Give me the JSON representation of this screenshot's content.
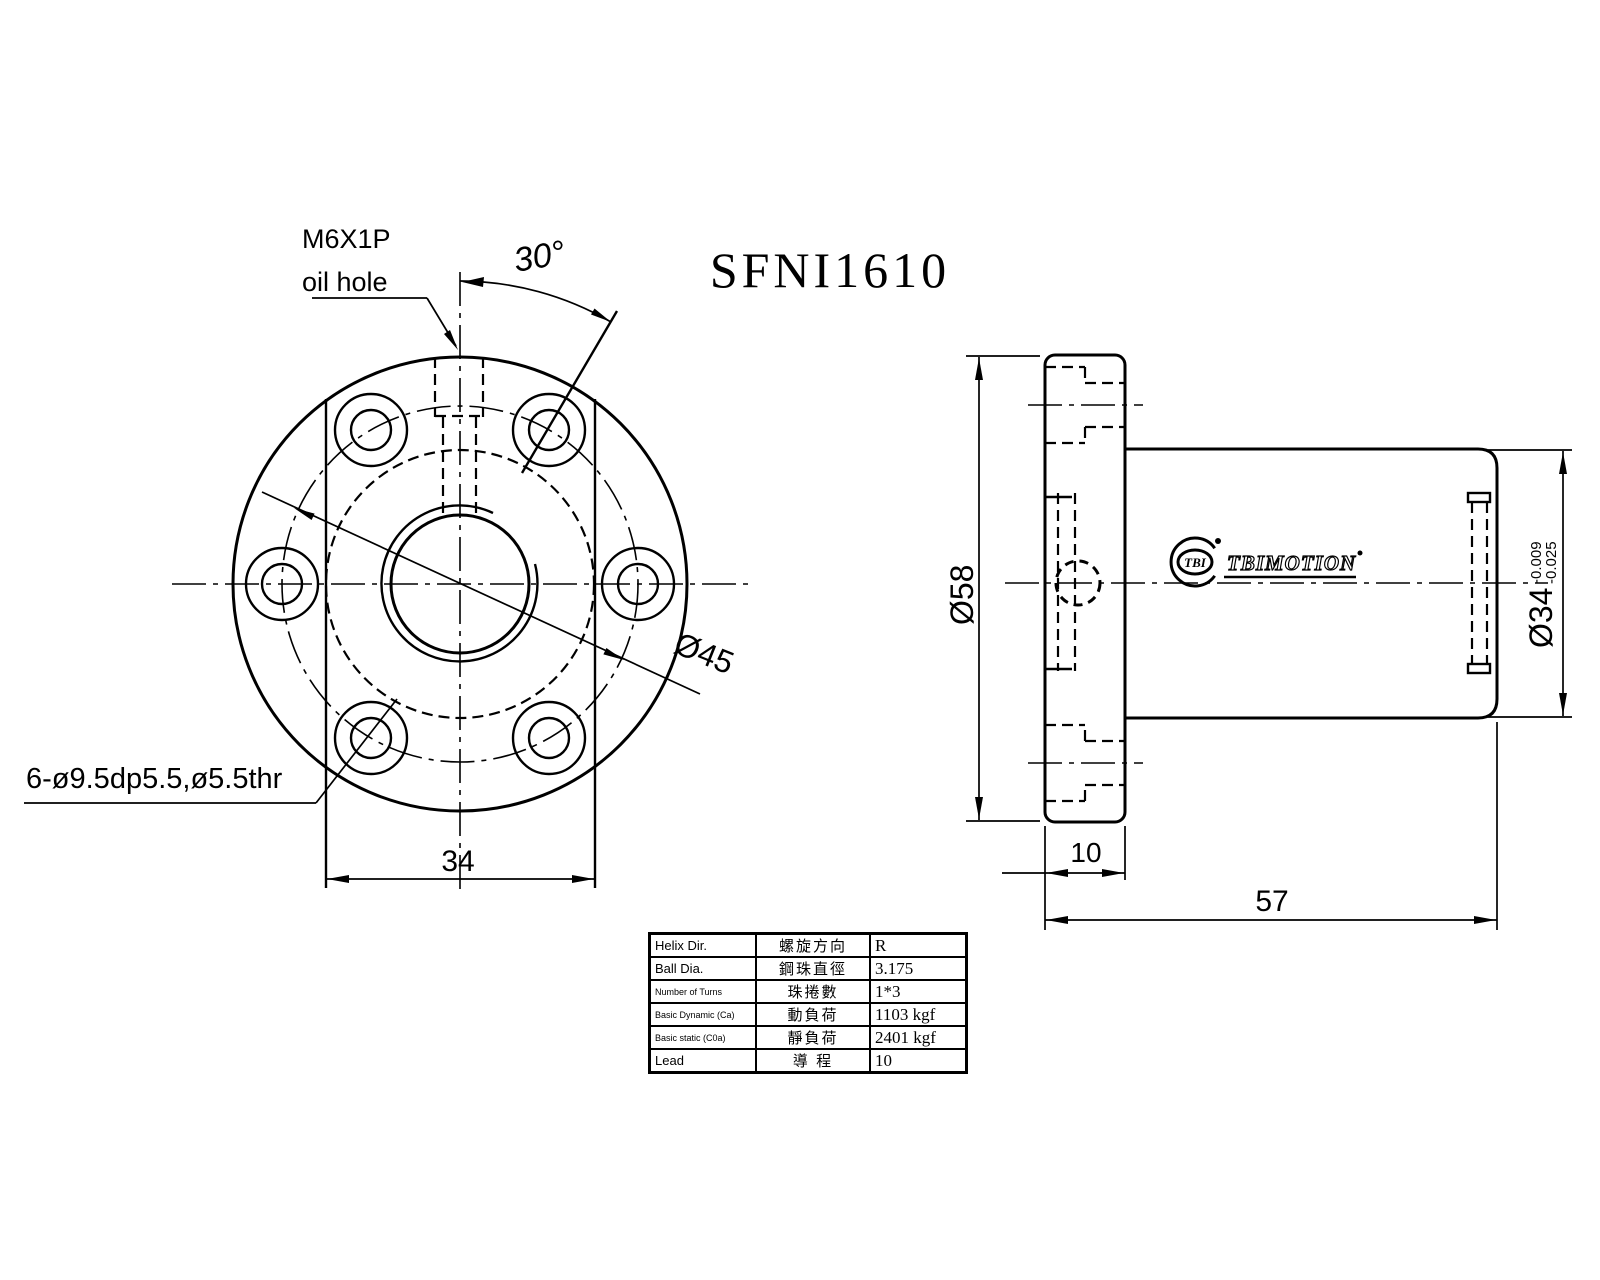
{
  "title": "SFNI1610",
  "front_view": {
    "oil_hole_label_line1": "M6X1P",
    "oil_hole_label_line2": "oil hole",
    "angle_label": "30°",
    "bolt_circle_dia": "Ø45",
    "hole_note": "6-ø9.5dp5.5,ø5.5thr",
    "width_dim": "34"
  },
  "side_view": {
    "flange_od": "Ø58",
    "body_od": "Ø34",
    "body_od_tol_upper": "-0.009",
    "body_od_tol_lower": "-0.025",
    "flange_thickness_dim": "10",
    "total_length_dim": "57",
    "logo_badge": "TBI",
    "logo_brand": "TBIMOTION"
  },
  "spec_table": {
    "rows": [
      {
        "en": "Helix  Dir.",
        "zh": "螺旋方向",
        "value": "R"
      },
      {
        "en": "Ball Dia.",
        "zh": "鋼珠直徑",
        "value": "3.175"
      },
      {
        "en": "Number of Turns",
        "zh": "珠捲數",
        "value": "1*3"
      },
      {
        "en": "Basic Dynamic (Ca)",
        "zh": "動負荷",
        "value": "1103 kgf"
      },
      {
        "en": "Basic static (C0a)",
        "zh": "靜負荷",
        "value": "2401 kgf"
      },
      {
        "en": "Lead",
        "zh": "導 程",
        "value": "10"
      }
    ]
  },
  "colors": {
    "line": "#000000",
    "background": "#ffffff"
  }
}
